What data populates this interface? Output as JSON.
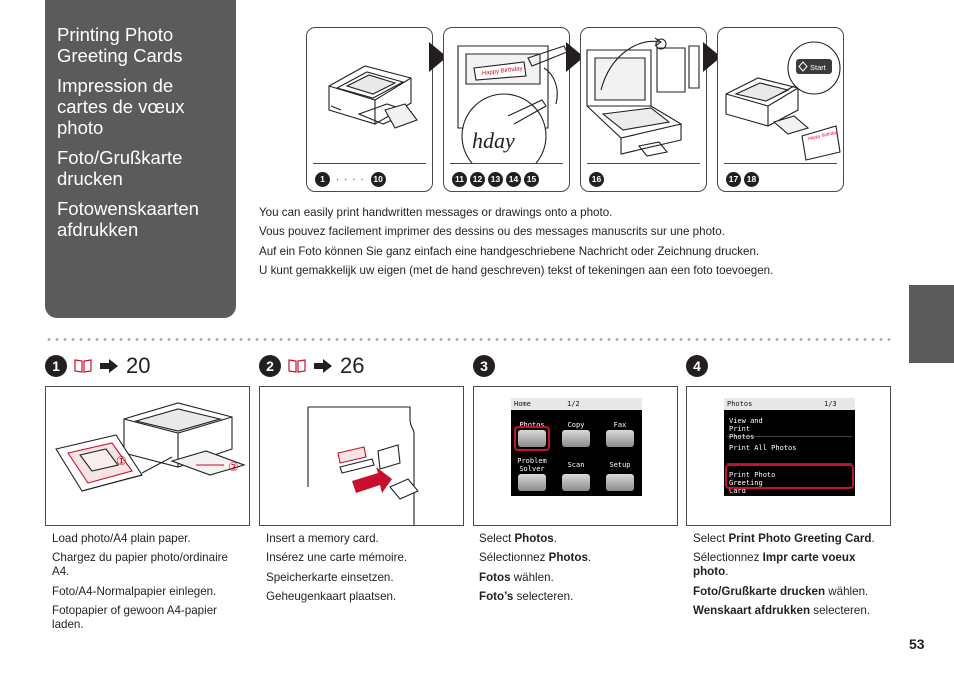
{
  "titles": [
    "Printing Photo Greeting Cards",
    "Impression de cartes de vœux photo",
    "Foto/Grußkarte drucken",
    "Fotowenskaarten afdrukken"
  ],
  "strips": {
    "s1": {
      "from": "1",
      "to": "10",
      "dots": "· · · ·"
    },
    "s2": {
      "nums": [
        "11",
        "12",
        "13",
        "14",
        "15"
      ]
    },
    "s3": {
      "num": "16"
    },
    "s4": {
      "nums": [
        "17",
        "18"
      ]
    },
    "start_label": "Start",
    "card_text": "Happy Birthday",
    "hand_text": "hday"
  },
  "intro": [
    "You can easily print handwritten messages or drawings onto a photo.",
    "Vous pouvez facilement imprimer des dessins ou des messages manuscrits sur une photo.",
    "Auf ein Foto können Sie ganz einfach eine handgeschriebene Nachricht oder Zeichnung drucken.",
    "U kunt gemakkelijk uw eigen (met de hand geschreven) tekst of tekeningen aan een foto toevoegen."
  ],
  "steps": [
    {
      "badge": "1",
      "ref_page": "20",
      "callouts": [
        "①",
        "②"
      ],
      "texts": [
        {
          "plain": "Load photo/A4 plain paper."
        },
        {
          "plain": "Chargez du papier photo/ordinaire A4."
        },
        {
          "plain": "Foto/A4-Normalpapier einlegen."
        },
        {
          "plain": "Fotopapier of gewoon A4-papier laden."
        }
      ]
    },
    {
      "badge": "2",
      "ref_page": "26",
      "texts": [
        {
          "plain": "Insert a memory card."
        },
        {
          "plain": "Insérez une carte mémoire."
        },
        {
          "plain": "Speicherkarte einsetzen."
        },
        {
          "plain": "Geheugenkaart plaatsen."
        }
      ]
    },
    {
      "badge": "3",
      "texts": [
        {
          "pre": "Select ",
          "bold": "Photos",
          "post": "."
        },
        {
          "pre": "Sélectionnez ",
          "bold": "Photos",
          "post": "."
        },
        {
          "pre": "",
          "bold": "Fotos",
          "post": " wählen."
        },
        {
          "pre": "",
          "bold": "Foto’s",
          "post": " selecteren."
        }
      ]
    },
    {
      "badge": "4",
      "texts": [
        {
          "pre": "Select ",
          "bold": "Print Photo Greeting Card",
          "post": "."
        },
        {
          "pre": "Sélectionnez ",
          "bold": "Impr carte voeux photo",
          "post": "."
        },
        {
          "pre": "",
          "bold": "Foto/Grußkarte drucken",
          "post": " wählen."
        },
        {
          "pre": "",
          "bold": "Wenskaart afdrukken",
          "post": " selecteren."
        }
      ]
    }
  ],
  "lcd_home": {
    "title": "Home",
    "page": "1/2",
    "items": [
      "Photos",
      "Copy",
      "Fax",
      "Problem Solver",
      "Scan",
      "Setup"
    ]
  },
  "lcd_photos": {
    "title": "Photos",
    "page": "1/3",
    "items": [
      "View and Print Photos",
      "Print All Photos",
      "Print Photo Greeting Card"
    ]
  },
  "page_number": "53",
  "colors": {
    "panel": "#5b5b5b",
    "highlight": "#c8102e",
    "text": "#231f20"
  }
}
